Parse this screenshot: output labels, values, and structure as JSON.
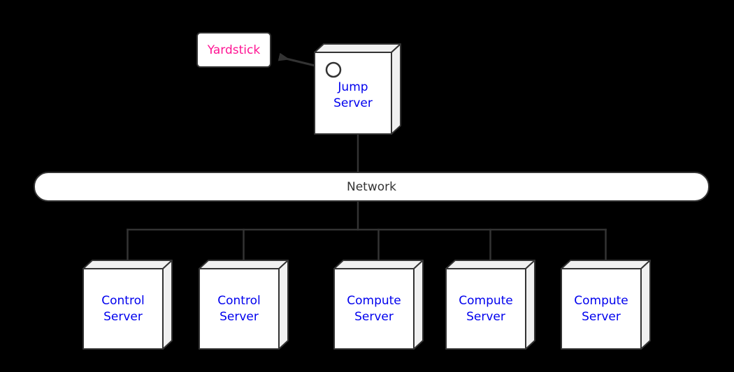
{
  "colors": {
    "background": "#000000",
    "node_fill": "#ffffff",
    "node_shade_fill": "#f0f0f0",
    "outline": "#333333",
    "server_label_color": "#0000ee",
    "yardstick_label_color": "#ff1493",
    "network_label_color": "#333333"
  },
  "icons": {
    "port_circle": "connection-port-circle-icon",
    "arrowhead": "arrowhead-icon"
  },
  "nodes": {
    "yardstick": {
      "label": "Yardstick"
    },
    "jump_server": {
      "label": "Jump\nServer"
    },
    "network": {
      "label": "Network"
    },
    "servers": [
      {
        "label": "Control\nServer"
      },
      {
        "label": "Control\nServer"
      },
      {
        "label": "Compute\nServer"
      },
      {
        "label": "Compute\nServer"
      },
      {
        "label": "Compute\nServer"
      }
    ]
  }
}
